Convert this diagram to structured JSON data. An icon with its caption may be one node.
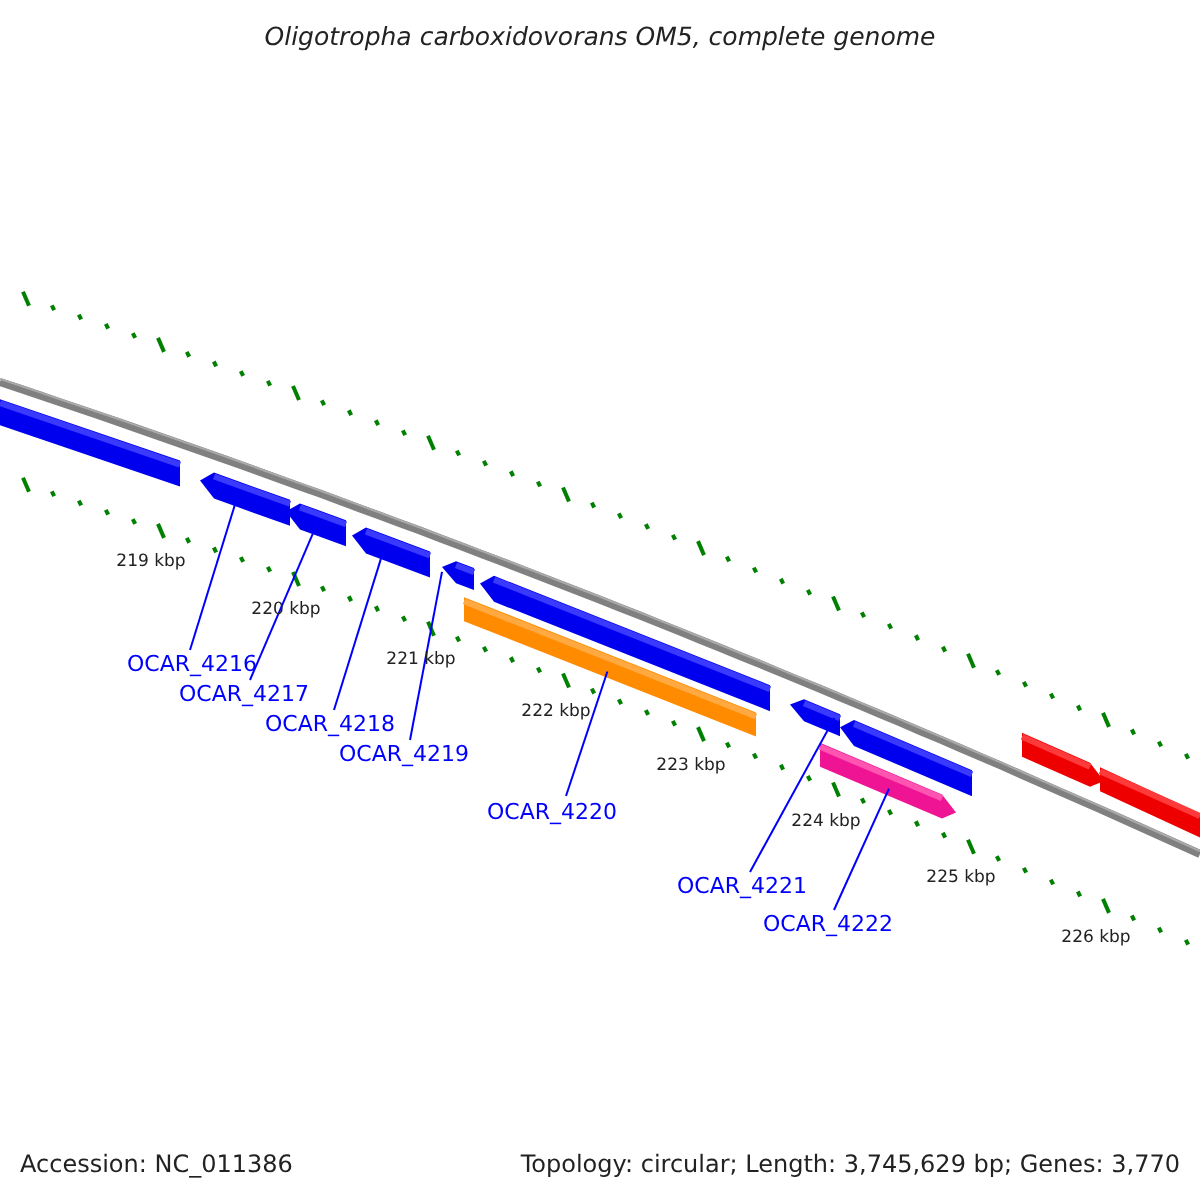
{
  "diagram": {
    "title": "Oligotropha carboxidovorans OM5, complete genome",
    "nodes": [
      {
        "text": [],
        "shape": "arrow"
      },
      {
        "text": [],
        "shape": "arrow"
      },
      {
        "text": [],
        "shape": "arrow"
      },
      {
        "text": [],
        "shape": "arrow"
      },
      {
        "text": [],
        "shape": "arrow"
      },
      {
        "text": [],
        "shape": "arrow"
      },
      {
        "text": [],
        "shape": "bar"
      },
      {
        "text": [],
        "shape": "arrow"
      },
      {
        "text": [],
        "shape": "arrow"
      },
      {
        "text": [],
        "shape": "arrow"
      },
      {
        "text": [],
        "shape": "arrow"
      },
      {
        "text": [],
        "shape": "arrow"
      },
      {
        "text": [
          "OCAR_4216"
        ]
      },
      {
        "text": [
          "OCAR_4217"
        ]
      },
      {
        "text": [
          "OCAR_4218"
        ]
      },
      {
        "text": [
          "OCAR_4219"
        ]
      },
      {
        "text": [
          "OCAR_4220"
        ]
      },
      {
        "text": [
          "OCAR_4221"
        ]
      },
      {
        "text": [
          "OCAR_4222"
        ]
      }
    ],
    "edges": [
      {
        "from": 12,
        "to": 1,
        "arrow": "none"
      },
      {
        "from": 13,
        "to": 2,
        "arrow": "none"
      },
      {
        "from": 14,
        "to": 3,
        "arrow": "none"
      },
      {
        "from": 15,
        "to": 4,
        "arrow": "none"
      },
      {
        "from": 16,
        "to": 6,
        "arrow": "none"
      },
      {
        "from": 17,
        "to": 7,
        "arrow": "none"
      },
      {
        "from": 18,
        "to": 9,
        "arrow": "none"
      }
    ],
    "labels": [
      "219 kbp",
      "220 kbp",
      "221 kbp",
      "222 kbp",
      "223 kbp",
      "224 kbp",
      "225 kbp",
      "226 kbp",
      "Accession: NC_011386",
      "Topology: circular; Length: 3,745,629 bp; Genes: 3,770"
    ]
  }
}
